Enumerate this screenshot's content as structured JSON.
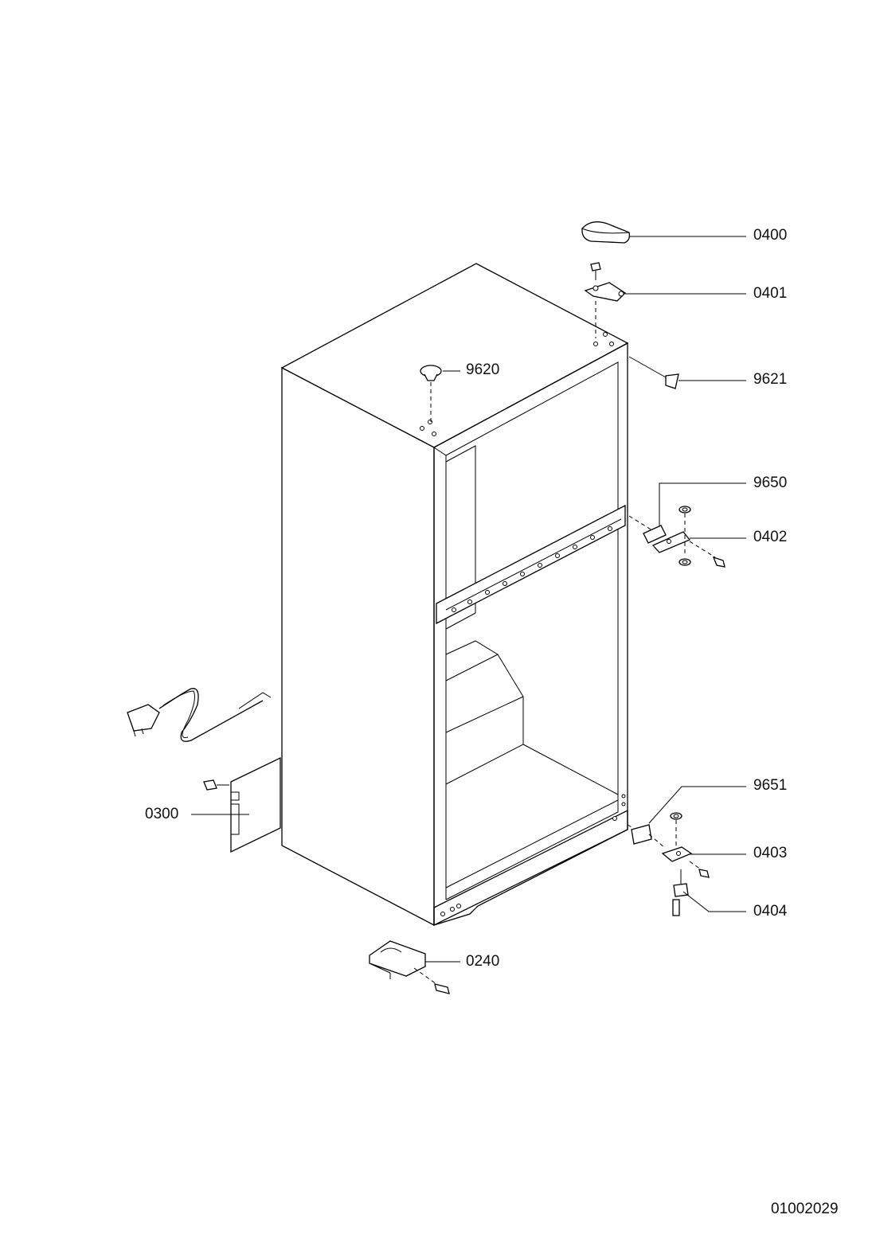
{
  "callouts": {
    "c0400": "0400",
    "c0401": "0401",
    "c9620": "9620",
    "c9621": "9621",
    "c9650": "9650",
    "c0402": "0402",
    "c9651": "9651",
    "c0300": "0300",
    "c0403": "0403",
    "c0404": "0404",
    "c0240": "0240"
  },
  "document_number": "01002029"
}
